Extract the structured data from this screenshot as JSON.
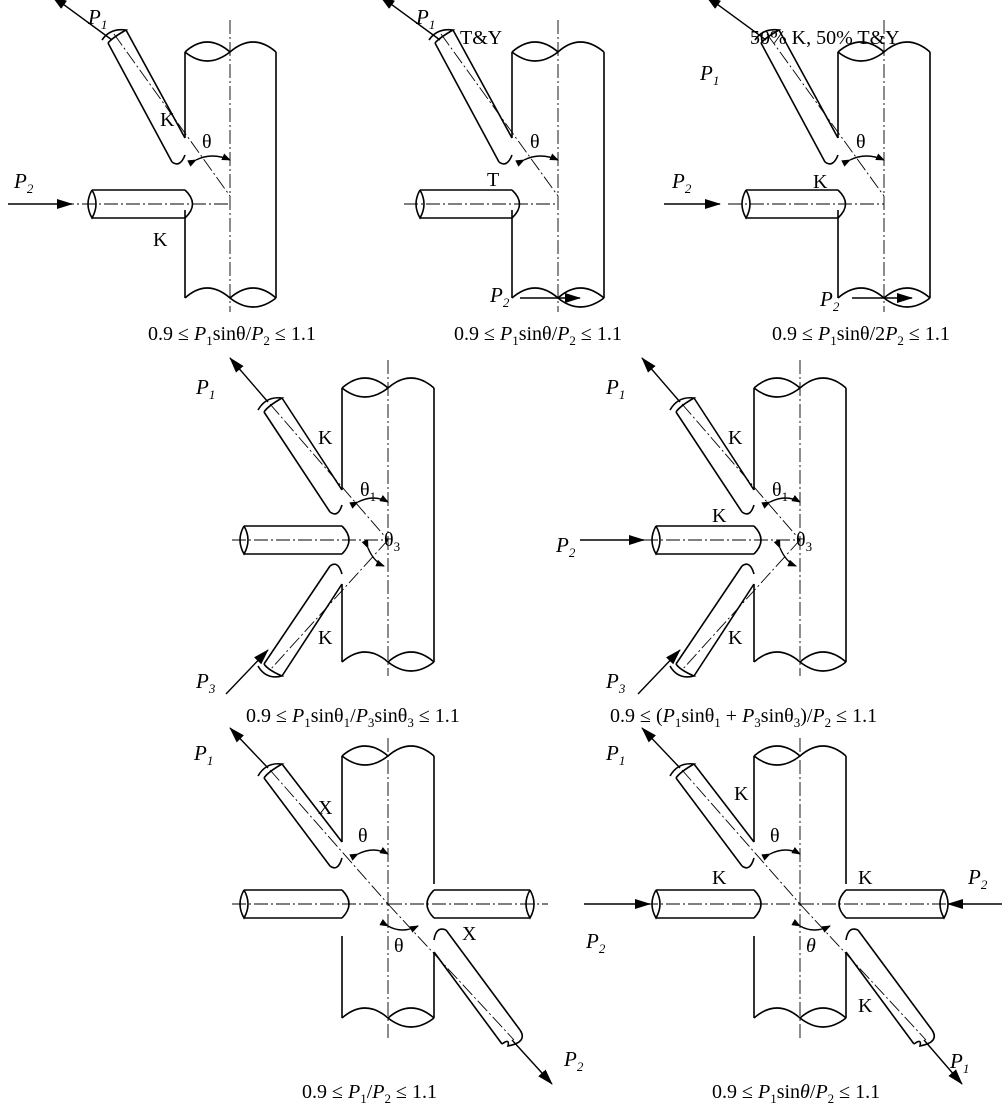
{
  "colors": {
    "ink": "#000000",
    "background": "#ffffff"
  },
  "panels": [
    {
      "id": "a",
      "labels": [
        "K",
        "K",
        "θ"
      ],
      "forces": [
        {
          "p": "P",
          "s": "1"
        },
        {
          "p": "P",
          "s": "2"
        }
      ],
      "formula": [
        "0.9 ≤ ",
        "P",
        "1",
        "sinθ/",
        "P",
        "2",
        " ≤ 1.1"
      ]
    },
    {
      "id": "b",
      "labels": [
        "T&Y",
        "T",
        "θ"
      ],
      "forces": [
        {
          "p": "P",
          "s": "1"
        },
        {
          "p": "P",
          "s": "2"
        }
      ],
      "formula": [
        "0.9 ≤ ",
        "P",
        "1",
        "sinθ/",
        "P",
        "2",
        " ≤ 1.1"
      ]
    },
    {
      "id": "c",
      "labels": [
        "50% K, 50% T&Y",
        "K",
        "θ"
      ],
      "forces": [
        {
          "p": "P",
          "s": "1"
        },
        {
          "p": "P",
          "s": "2"
        },
        {
          "p": "P",
          "s": "2"
        }
      ],
      "formula": [
        "0.9 ≤ ",
        "P",
        "1",
        "sinθ/2",
        "P",
        "2",
        " ≤ 1.1"
      ]
    },
    {
      "id": "d",
      "labels": [
        "K",
        "K",
        "θ",
        "1",
        "θ",
        "3"
      ],
      "forces": [
        {
          "p": "P",
          "s": "1"
        },
        {
          "p": "P",
          "s": "3"
        }
      ],
      "formula": [
        "0.9 ≤ ",
        "P",
        "1",
        "sinθ",
        "1",
        "/",
        "P",
        "3",
        "sinθ",
        "3",
        " ≤ 1.1"
      ]
    },
    {
      "id": "e",
      "labels": [
        "K",
        "K",
        "K",
        "θ",
        "1",
        "θ",
        "3"
      ],
      "forces": [
        {
          "p": "P",
          "s": "1"
        },
        {
          "p": "P",
          "s": "2"
        },
        {
          "p": "P",
          "s": "3"
        }
      ],
      "formula": [
        "0.9 ≤ (",
        "P",
        "1",
        "sinθ",
        "1",
        " + ",
        "P",
        "3",
        "sinθ",
        "3",
        ")/",
        "P",
        "2",
        " ≤ 1.1"
      ]
    },
    {
      "id": "f",
      "labels": [
        "X",
        "X",
        "θ",
        "θ"
      ],
      "forces": [
        {
          "p": "P",
          "s": "1"
        },
        {
          "p": "P",
          "s": "2"
        }
      ],
      "formula": [
        "0.9 ≤ ",
        "P",
        "1",
        "/",
        "P",
        "2",
        " ≤ 1.1"
      ]
    },
    {
      "id": "g",
      "labels": [
        "K",
        "K",
        "K",
        "K",
        "θ",
        "θ"
      ],
      "forces": [
        {
          "p": "P",
          "s": "1"
        },
        {
          "p": "P",
          "s": "2"
        },
        {
          "p": "P",
          "s": "2"
        },
        {
          "p": "P",
          "s": "1"
        }
      ],
      "formula": [
        "0.9 ≤ ",
        "P",
        "1",
        "sin",
        "θ",
        "/",
        "P",
        "2",
        " ≤ 1.1"
      ]
    }
  ]
}
